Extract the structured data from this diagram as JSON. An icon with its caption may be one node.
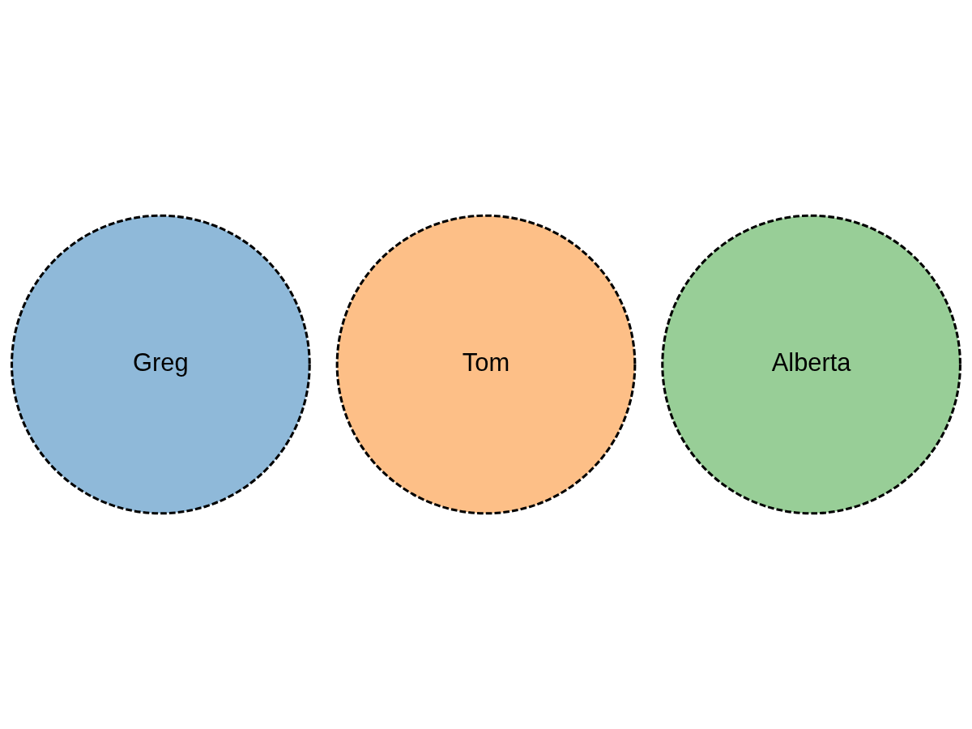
{
  "diagram": {
    "nodes": [
      {
        "text": [
          "Greg"
        ]
      },
      {
        "text": [
          "Tom"
        ]
      },
      {
        "text": [
          "Alberta"
        ]
      }
    ]
  }
}
